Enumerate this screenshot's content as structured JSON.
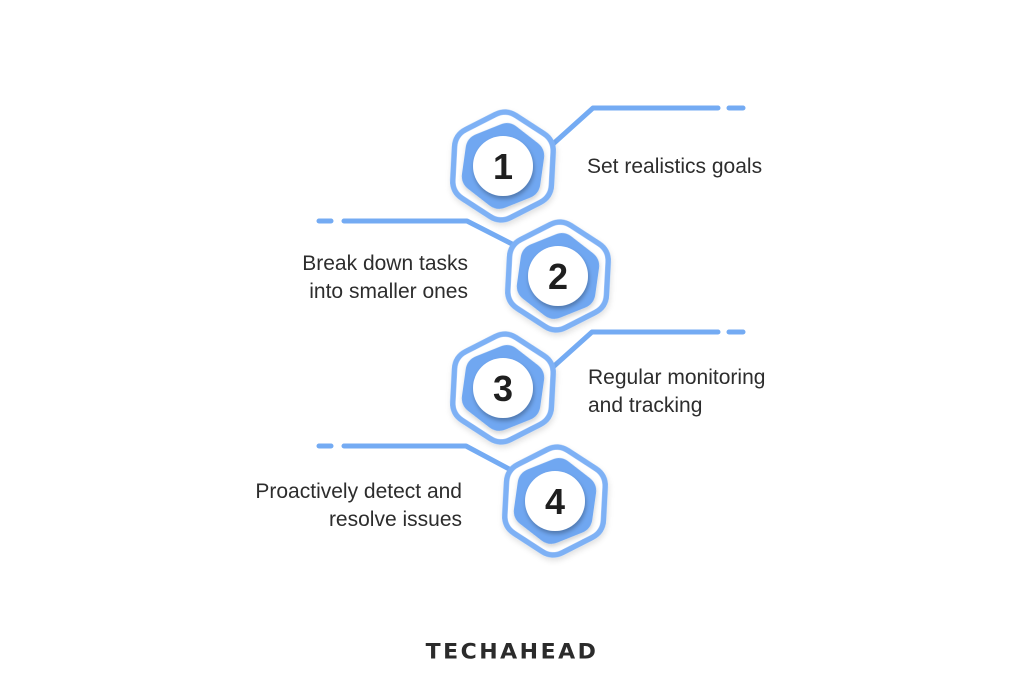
{
  "page": {
    "background": "#ffffff"
  },
  "colors": {
    "accent_blue": "#74ABF3",
    "hexagon_outline": "#7EB1F5",
    "hexagon_fill": "#6FA7F1",
    "label_text": "#2d2d2d",
    "number_text": "#1f1f1f",
    "logo_text_color": "#2b2b2b"
  },
  "steps": [
    {
      "number": "1",
      "lines": [
        "Set realistics goals"
      ]
    },
    {
      "number": "2",
      "lines": [
        "Break down tasks",
        "into smaller ones"
      ]
    },
    {
      "number": "3",
      "lines": [
        "Regular monitoring",
        "and tracking"
      ]
    },
    {
      "number": "4",
      "lines": [
        "Proactively detect and",
        "resolve issues"
      ]
    }
  ],
  "brand": {
    "logo_text": "TECHAHEAD"
  }
}
